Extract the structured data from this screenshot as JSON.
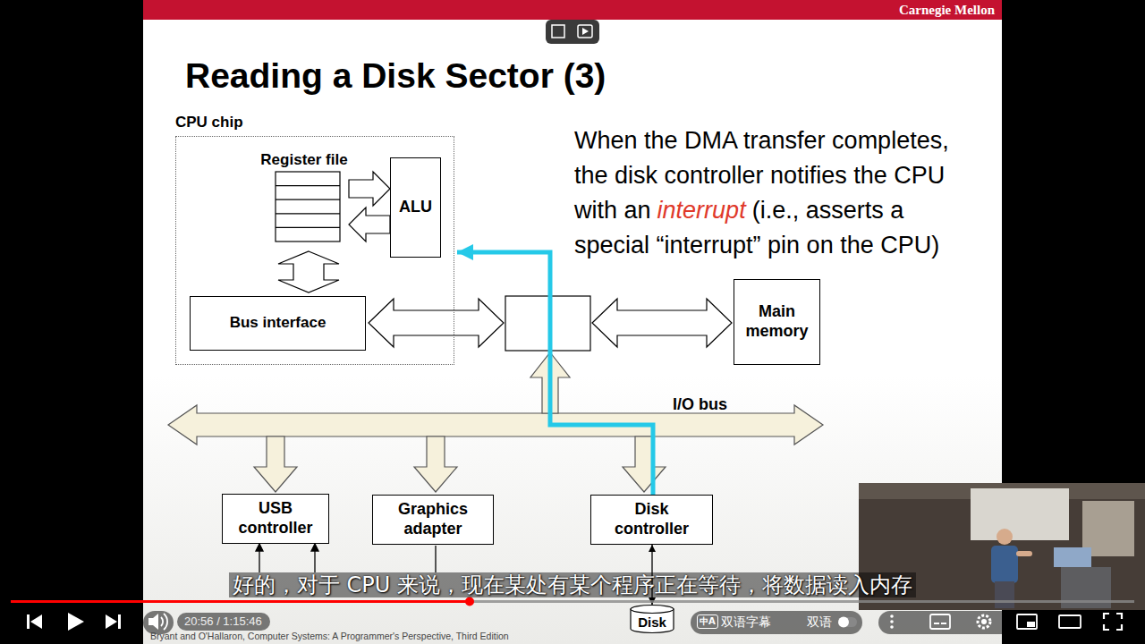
{
  "diagram": {
    "title": "Reading a Disk Sector (3)",
    "nodes": [
      {
        "text": [
          "CPU chip"
        ]
      },
      {
        "text": [
          "Register file"
        ],
        "in": 0
      },
      {
        "text": [
          "ALU"
        ],
        "in": 0
      },
      {
        "text": [
          "Bus interface"
        ],
        "in": 0
      },
      {
        "text": [
          "Main memory"
        ]
      },
      {
        "text": [
          "USB controller"
        ]
      },
      {
        "text": [
          "Graphics adapter"
        ]
      },
      {
        "text": [
          "Disk controller"
        ]
      },
      {
        "text": [
          "Disk"
        ]
      }
    ],
    "edges": [
      {
        "from": 7,
        "to": 0,
        "arrow": "to"
      },
      {
        "from": 7,
        "to": 8,
        "arrow": "both"
      }
    ],
    "labels": [
      "Carnegie Mellon",
      "When the DMA transfer completes, the disk controller notifies the CPU with an",
      "interrupt",
      "(i.e., asserts a special “interrupt” pin on the CPU)",
      "I/O bus",
      "Bryant and O'Hallaron, Computer Systems: A Programmer's Perspective, Third Edition",
      "好的，对于 CPU 来说，现在某处有某个程序正在等待，将数据读入内存",
      "20:56 / 1:15:46",
      "中A",
      "双语字幕",
      "双语"
    ]
  }
}
